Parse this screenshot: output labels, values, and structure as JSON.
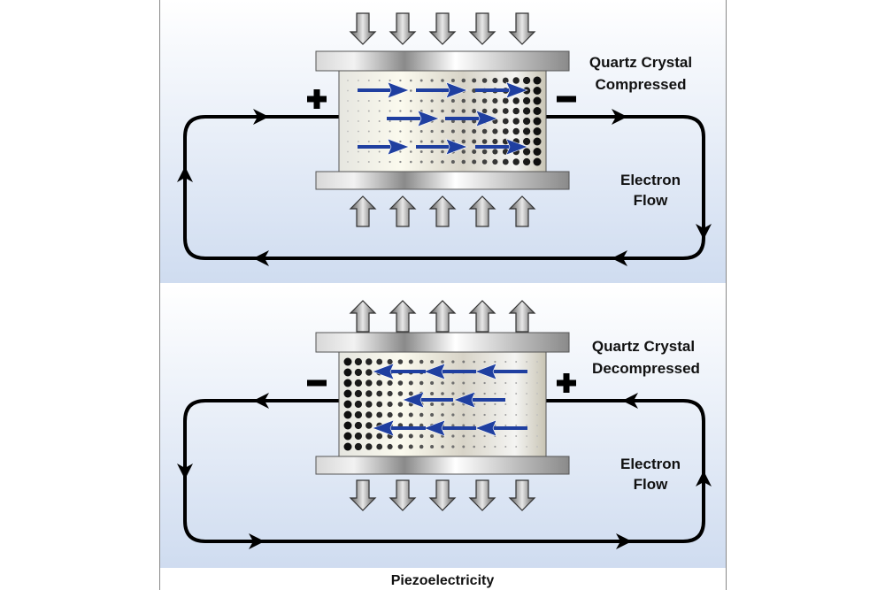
{
  "caption": "Piezoelectricity",
  "colors": {
    "electron_arrow": "#1f3fa0",
    "panel_bottom": "#cfdcf0",
    "wire": "#000000"
  },
  "panels": [
    {
      "state": "compressed",
      "label_line1": "Quartz Crystal",
      "label_line2": "Compressed",
      "flow_line1": "Electron",
      "flow_line2": "Flow",
      "left_sign": "+",
      "right_sign": "−",
      "force_arrows": "inward",
      "electron_direction": "right"
    },
    {
      "state": "decompressed",
      "label_line1": "Quartz Crystal",
      "label_line2": "Decompressed",
      "flow_line1": "Electron",
      "flow_line2": "Flow",
      "left_sign": "−",
      "right_sign": "+",
      "force_arrows": "outward",
      "electron_direction": "left"
    }
  ]
}
